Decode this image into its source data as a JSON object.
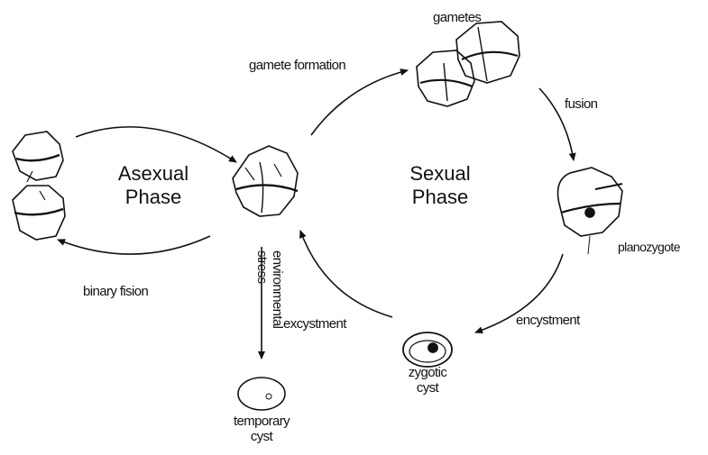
{
  "phases": {
    "asexual": [
      "Asexual",
      "Phase"
    ],
    "sexual": [
      "Sexual",
      "Phase"
    ]
  },
  "labels": {
    "gamete_formation": "gamete formation",
    "gametes": "gametes",
    "fusion": "fusion",
    "planozygote": "planozygote",
    "encystment": "encystment",
    "zygotic_cyst": [
      "zygotic",
      "cyst"
    ],
    "excystment": "excystment",
    "environmental_stress": [
      "environmental",
      "stress"
    ],
    "temporary_cyst": [
      "temporary",
      "cyst"
    ],
    "binary_fission": "binary fision"
  }
}
